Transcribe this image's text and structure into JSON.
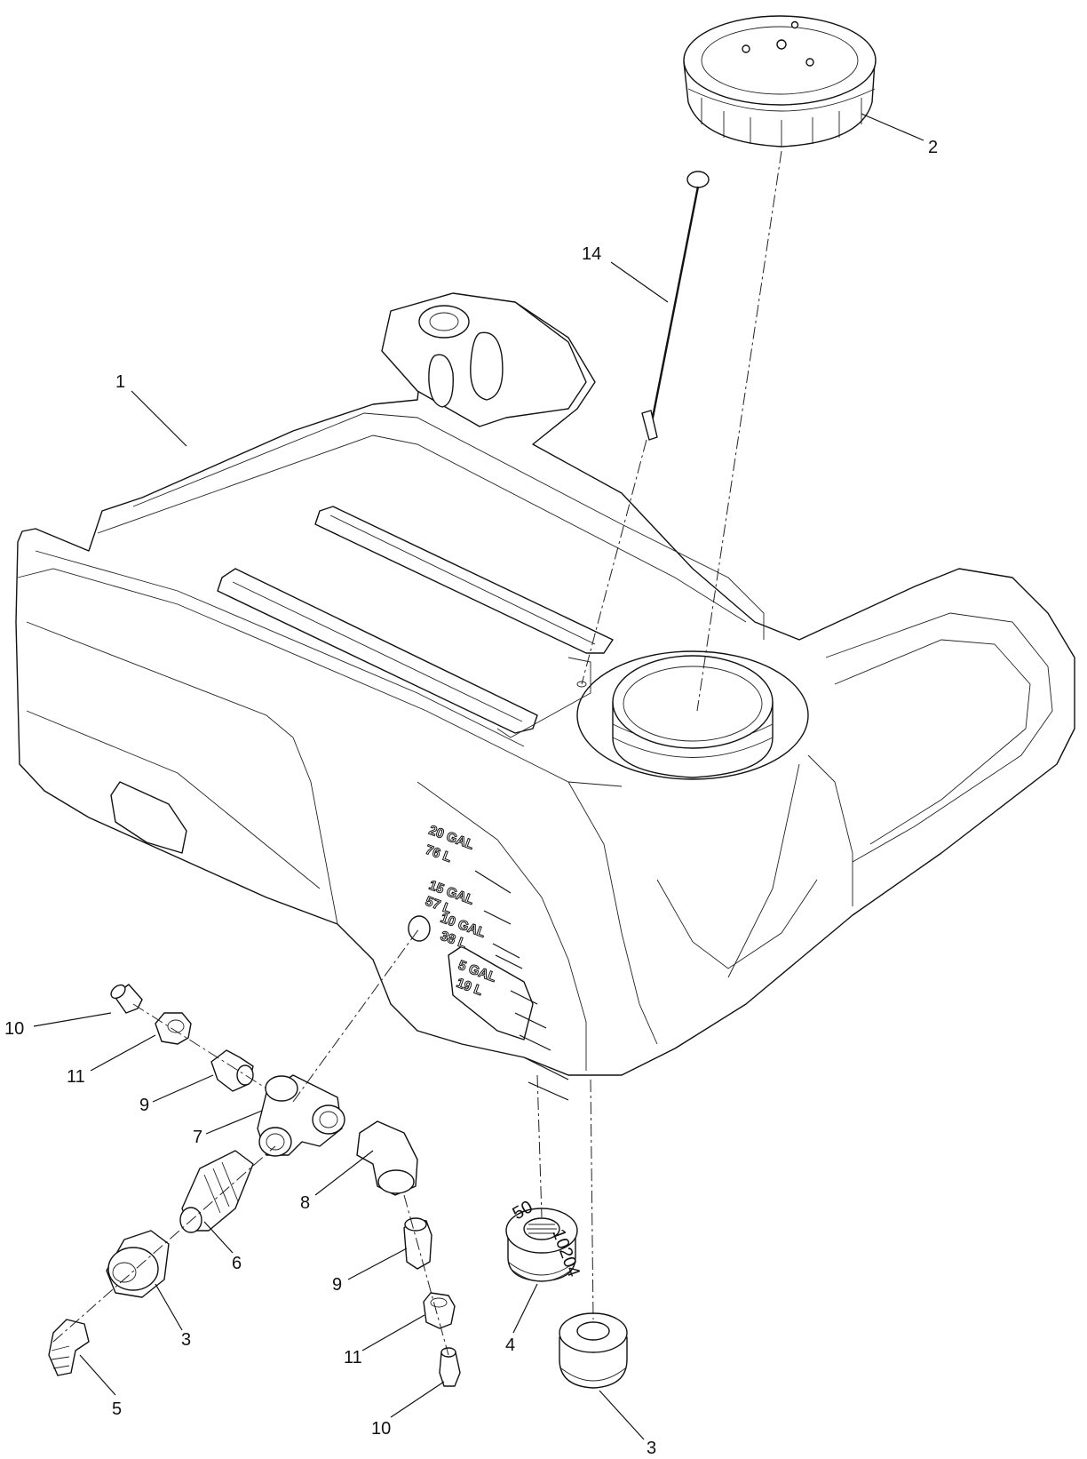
{
  "callouts": [
    {
      "id": "c1",
      "text": "1"
    },
    {
      "id": "c2",
      "text": "2"
    },
    {
      "id": "c14",
      "text": "14"
    },
    {
      "id": "c10a",
      "text": "10"
    },
    {
      "id": "c11a",
      "text": "11"
    },
    {
      "id": "c9a",
      "text": "9"
    },
    {
      "id": "c7",
      "text": "7"
    },
    {
      "id": "c8",
      "text": "8"
    },
    {
      "id": "c6",
      "text": "6"
    },
    {
      "id": "c3a",
      "text": "3"
    },
    {
      "id": "c5",
      "text": "5"
    },
    {
      "id": "c9b",
      "text": "9"
    },
    {
      "id": "c11b",
      "text": "11"
    },
    {
      "id": "c10b",
      "text": "10"
    },
    {
      "id": "c4",
      "text": "4"
    },
    {
      "id": "c3b",
      "text": "3"
    }
  ],
  "tank_markings": {
    "gal20": "20 GAL",
    "l76": "76 L",
    "gal15": "15 GAL",
    "l57": "57 L",
    "gal10": "10 GAL",
    "l38": "38 L",
    "gal5": "5 GAL",
    "l19": "19 L"
  },
  "strainer_markings": {
    "mesh": "50",
    "code": "10204"
  }
}
